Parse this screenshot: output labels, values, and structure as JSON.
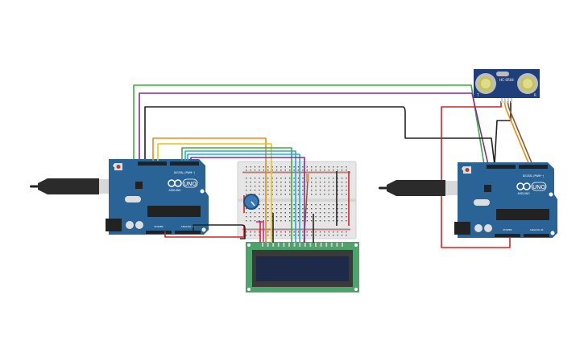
{
  "arduino": {
    "brand": "ARDUINO",
    "model": "UNO",
    "digital_label": "DIGITAL (PWM~)",
    "power_label": "POWER",
    "analog_label": "ANALOG IN"
  },
  "sensor": {
    "model": "HC-SR04",
    "t_label": "T",
    "r_label": "R"
  },
  "colors": {
    "board": "#2a6497",
    "breadboard": "#e6e6e6",
    "lcd_pcb": "#4da36a",
    "lcd_screen": "#1e2a4a",
    "wire_green": "#3aae3a",
    "wire_purple": "#7b2f9a",
    "wire_black": "#222222",
    "wire_orange": "#e98b12",
    "wire_yellow": "#e6c619",
    "wire_cyan": "#2fa6d6",
    "wire_red": "#d62222",
    "wire_brown": "#8b5a2b",
    "wire_pink": "#d8238a"
  }
}
